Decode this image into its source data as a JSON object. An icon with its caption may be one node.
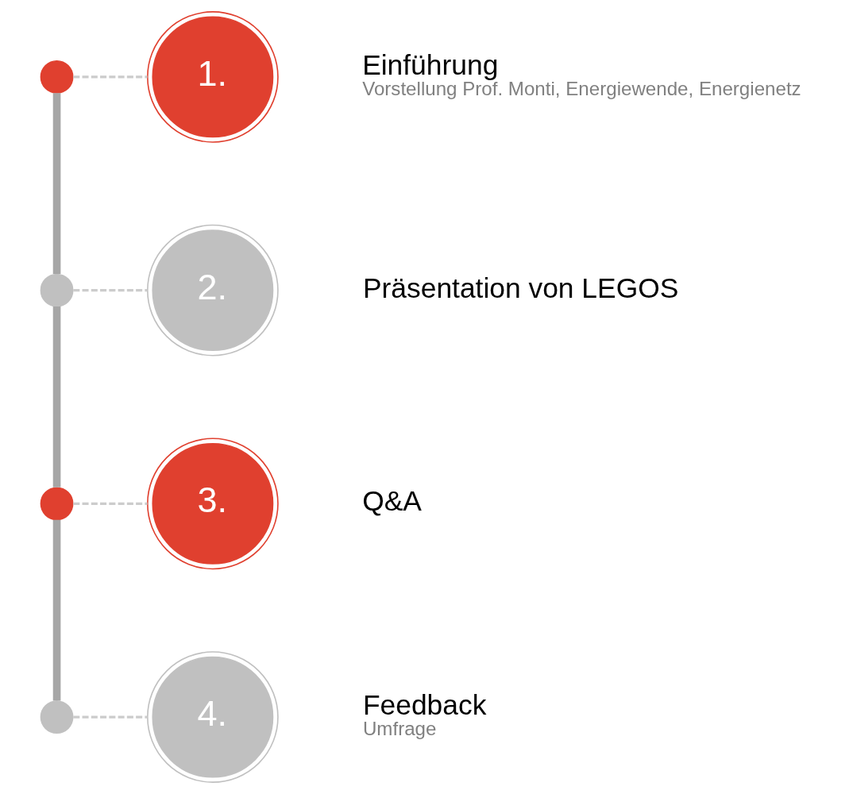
{
  "diagram": {
    "nodes": [
      {
        "text": [
          "1."
        ],
        "beside": [
          "Einführung",
          "Vorstellung Prof. Monti, Energiewende, Energienetz"
        ]
      },
      {
        "text": [],
        "shape": "circle"
      },
      {
        "text": [
          "2."
        ],
        "beside": [
          "Präsentation von LEGOS"
        ]
      },
      {
        "text": [],
        "shape": "circle"
      },
      {
        "text": [
          "3."
        ],
        "beside": [
          "Q&A"
        ]
      },
      {
        "text": [],
        "shape": "circle"
      },
      {
        "text": [],
        "shape": "circle"
      },
      {
        "text": [
          "4."
        ],
        "beside": [
          "Feedback",
          "Umfrage"
        ]
      }
    ],
    "edges": [
      {
        "from": 1,
        "to": 0,
        "arrow": "none",
        "style": "dashed"
      },
      {
        "from": 3,
        "to": 2,
        "arrow": "none",
        "style": "dashed"
      },
      {
        "from": 5,
        "to": 4,
        "arrow": "none",
        "style": "dashed"
      },
      {
        "from": 6,
        "to": 7,
        "arrow": "none",
        "style": "dashed"
      },
      {
        "from": 1,
        "to": 3,
        "arrow": "none",
        "style": "thick",
        "color": "#a6a6a6"
      },
      {
        "from": 3,
        "to": 5,
        "arrow": "none",
        "style": "thick",
        "color": "#a6a6a6"
      },
      {
        "from": 5,
        "to": 6,
        "arrow": "none",
        "style": "thick",
        "color": "#a6a6a6"
      }
    ]
  }
}
